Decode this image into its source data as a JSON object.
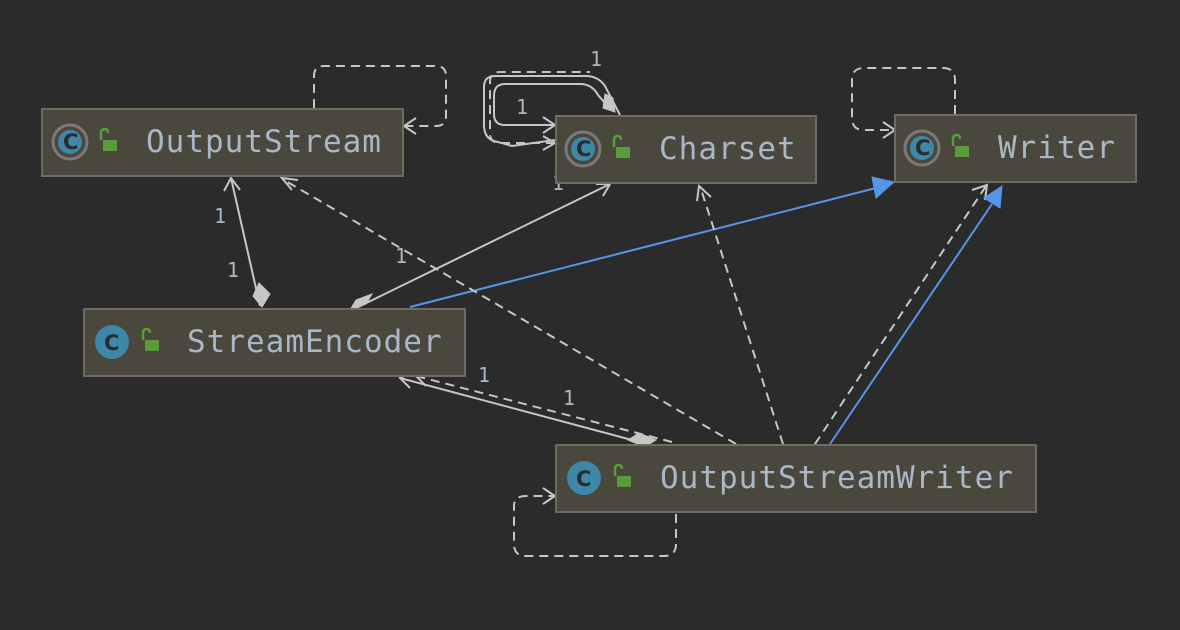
{
  "nodes": [
    {
      "id": "outputstream",
      "name": "OutputStream",
      "kind": "class",
      "icons": [
        "class-c-icon",
        "unlocked-public-icon"
      ]
    },
    {
      "id": "charset",
      "name": "Charset",
      "kind": "class",
      "icons": [
        "class-c-icon",
        "unlocked-public-icon"
      ]
    },
    {
      "id": "writer",
      "name": "Writer",
      "kind": "class",
      "icons": [
        "class-c-icon",
        "unlocked-public-icon"
      ]
    },
    {
      "id": "streamencoder",
      "name": "StreamEncoder",
      "kind": "class",
      "icons": [
        "class-c-icon",
        "unlocked-public-icon"
      ]
    },
    {
      "id": "outputstreamwriter",
      "name": "OutputStreamWriter",
      "kind": "class",
      "icons": [
        "class-c-icon",
        "unlocked-public-icon"
      ]
    }
  ],
  "multiplicities": {
    "charset_self_outer": "1",
    "charset_self_inner": "1",
    "encoder_to_outputstream_near": "1",
    "encoder_to_outputstream_far": "1",
    "encoder_to_charset_near": "1",
    "encoder_to_charset_far": "1",
    "writer_to_encoder_near": "1",
    "writer_to_encoder_far": "1"
  },
  "colors": {
    "background": "#2b2b2b",
    "node_fill": "#4a473d",
    "node_border": "#6e6c62",
    "text": "#a9b7c6",
    "edge": "#c6c6c6",
    "extends_edge": "#5596e6",
    "class_icon": "#3e87a8",
    "lock_icon": "#5a9c3b"
  },
  "legend_relationships": [
    "dependency",
    "association",
    "composition",
    "generalization"
  ]
}
